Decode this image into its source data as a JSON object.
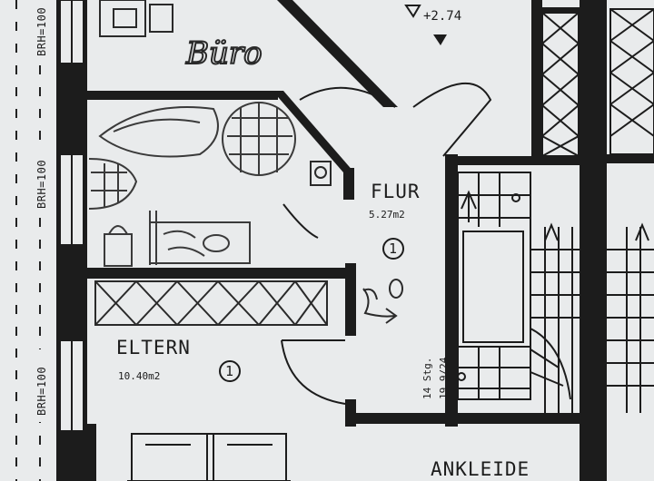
{
  "plan": {
    "rooms": [
      {
        "name": "FLUR",
        "area": "5.27m2",
        "marker": "1"
      },
      {
        "name": "ELTERN",
        "area": "10.40m2",
        "marker": "1"
      },
      {
        "name": "ANKLEIDE"
      }
    ],
    "handwritten_room": "Büro",
    "stair": {
      "steps": "14 Stg.",
      "ratio": "19.9/24"
    },
    "level": "+2.74",
    "sill_labels": [
      "BRH=100",
      "BRH=100",
      "BRH=100"
    ],
    "colors": {
      "paper": "#e9ebec",
      "ink": "#1c1c1c",
      "pencil": "#3a3a3a"
    }
  }
}
